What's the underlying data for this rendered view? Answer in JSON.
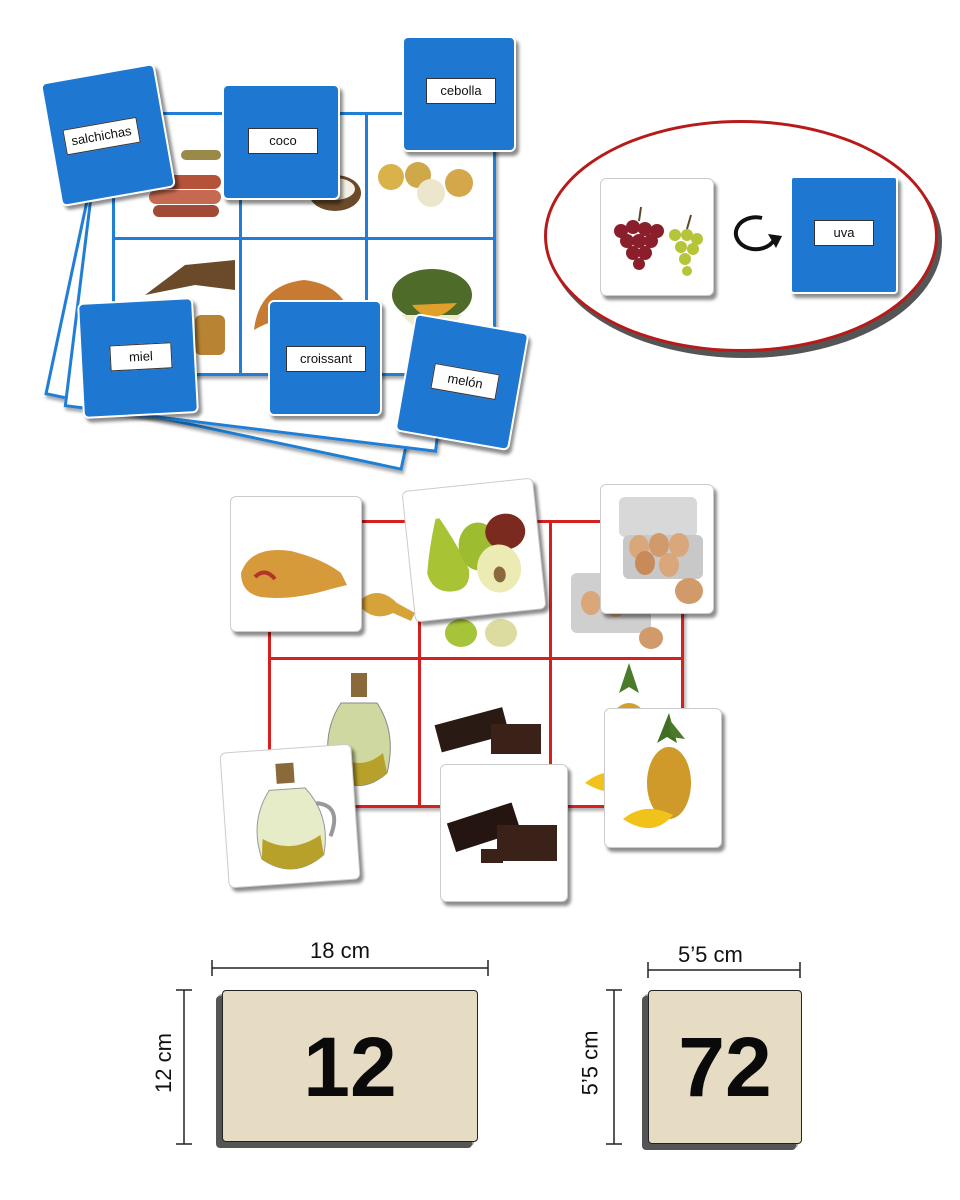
{
  "blue_lotto": {
    "cards": {
      "salchichas": "salchichas",
      "coco": "coco",
      "cebolla": "cebolla",
      "miel": "miel",
      "croissant": "croissant",
      "melon": "melón"
    }
  },
  "example": {
    "card_word": "uva",
    "arrow_icon": "rotate-arrow-icon"
  },
  "dimensions": {
    "large": {
      "width": "18 cm",
      "height": "12 cm",
      "count": "12"
    },
    "small": {
      "width": "5’5 cm",
      "height": "5’5 cm",
      "count": "72"
    }
  },
  "colors": {
    "blue": "#1e78d2",
    "red": "#d62020",
    "card_beige": "#e6dcc4"
  }
}
